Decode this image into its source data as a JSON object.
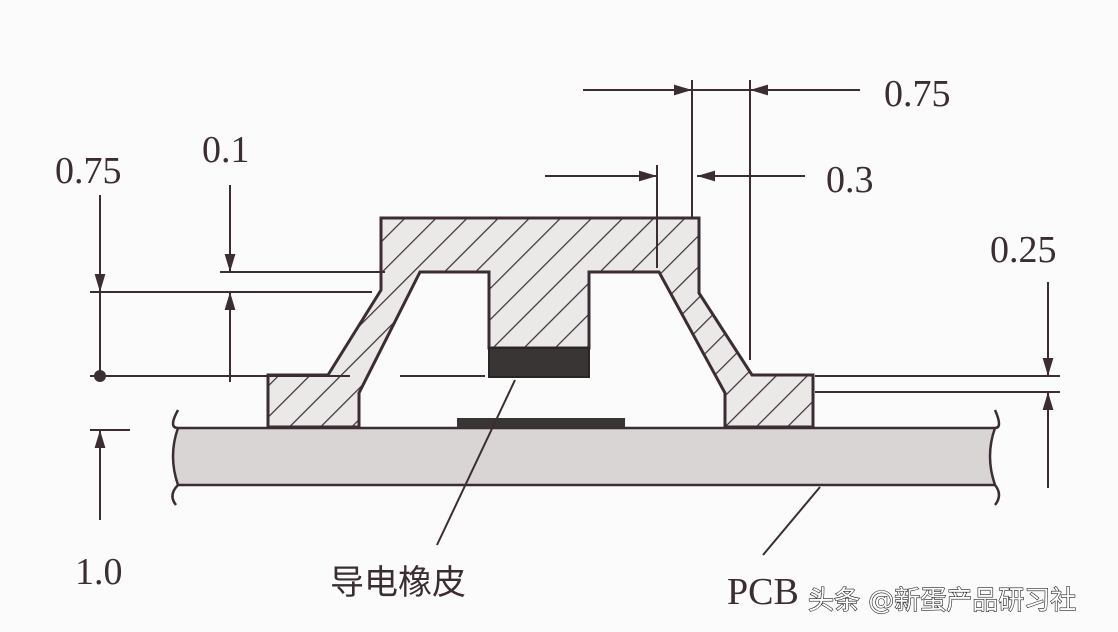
{
  "dimensions": {
    "left_total": "0.75",
    "left_gap": "0.1",
    "left_base": "1.0",
    "top_right": "0.75",
    "top_mid": "0.3",
    "right_flange": "0.25"
  },
  "labels": {
    "rubber": "导电橡皮",
    "pcb": "PCB"
  },
  "watermark": "头条 @新蛋产品研习社",
  "colors": {
    "line": "#3b2d33",
    "hatch_fill": "#ebe8e8",
    "pcb_fill": "#d9d5d5",
    "pad": "#3a3535"
  }
}
